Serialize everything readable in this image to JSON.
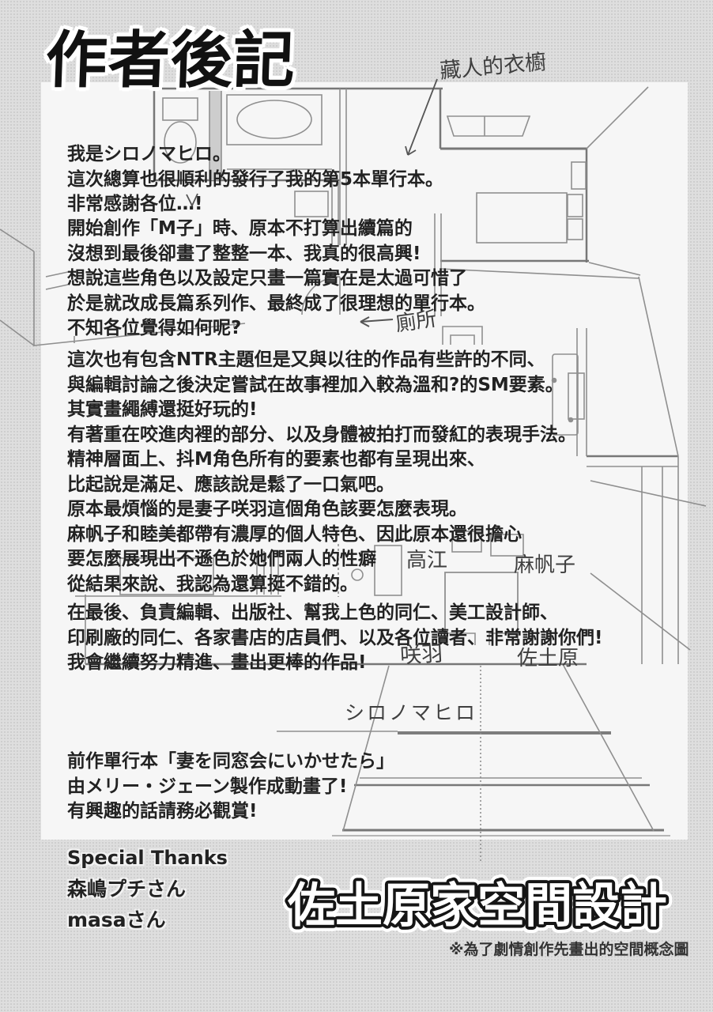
{
  "title": "作者後記",
  "afterword": {
    "p1": [
      "我是シロノマヒロ。",
      "這次總算也很順利的發行了我的第5本單行本。",
      "非常感謝各位…!"
    ],
    "p2": [
      "開始創作「M子」時、原本不打算出續篇的",
      "沒想到最後卻畫了整整一本、我真的很高興!",
      "想說這些角色以及設定只畫一篇實在是太過可惜了",
      "於是就改成長篇系列作、最終成了很理想的單行本。",
      "不知各位覺得如何呢?"
    ],
    "p3": [
      "這次也有包含NTR主題但是又與以往的作品有些許的不同、",
      "與編輯討論之後決定嘗試在故事裡加入較為溫和?的SM要素。",
      "其實畫繩縛還挺好玩的!",
      "有著重在咬進肉裡的部分、以及身體被拍打而發紅的表現手法。",
      "精神層面上、抖M角色所有的要素也都有呈現出來、",
      "比起說是滿足、應該說是鬆了一口氣吧。",
      "原本最煩惱的是妻子咲羽這個角色該要怎麼表現。",
      "麻帆子和睦美都帶有濃厚的個人特色、因此原本還很擔心",
      "要怎麼展現出不遜色於她們兩人的性癖",
      "從結果來說、我認為還算挺不錯的。"
    ],
    "p4": [
      "在最後、負責編輯、出版社、幫我上色的同仁、美工設計師、",
      "印刷廠的同仁、各家書店的店員們、以及各位讀者、非常謝謝你們!",
      "我會繼續努力精進、畫出更棒的作品!"
    ],
    "p5": [
      "前作單行本「妻を同窓会にいかせたら」",
      "由メリー・ジェーン製作成動畫了!",
      "有興趣的話請務必觀賞!"
    ]
  },
  "thanks": {
    "title": "Special Thanks",
    "names": [
      "森嶋プチさん",
      "masaさん"
    ]
  },
  "plan": {
    "labels": {
      "closet": "藏人的衣櫥",
      "toilet": "廁所",
      "takae": "高江",
      "mahoko": "麻帆子",
      "sakuha": "咲羽",
      "sadohara": "佐土原",
      "author": "シロノマヒロ"
    },
    "title": "佐土原家空間設計",
    "note": "※為了劇情創作先畫出的空間概念圖"
  },
  "colors": {
    "background": "#dedede",
    "floor": "#f6f6f6",
    "ink": "#1e1e1e",
    "sketch": "#8f8f8f"
  }
}
